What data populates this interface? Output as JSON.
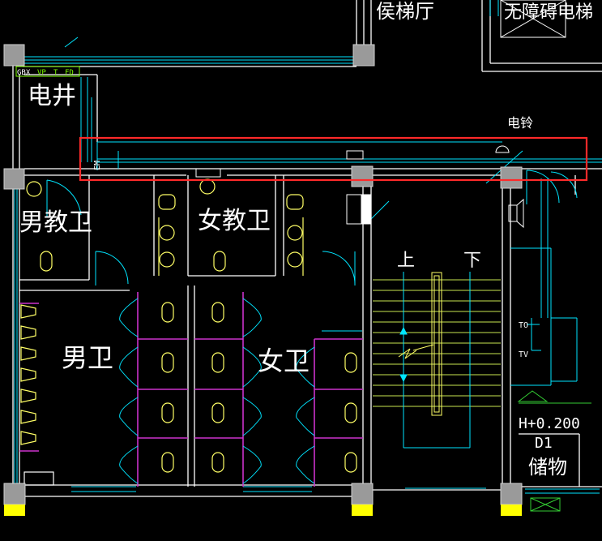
{
  "labels": {
    "waiting_hall": "侯梯厅",
    "accessible_elevator": "无障碍电梯",
    "electrical_shaft": "电井",
    "shaft_tags": [
      "GBX",
      "VP",
      "T",
      "FD"
    ],
    "doorbell": "电铃",
    "mens_staff_wc": "男教卫",
    "womens_staff_wc": "女教卫",
    "mens_wc": "男卫",
    "womens_wc": "女卫",
    "stair_up": "上",
    "stair_down": "下",
    "to_tag": "TO",
    "tv_tag": "TV",
    "level": "H+0.200",
    "room_code": "D1",
    "storage": "储物",
    "em_tag": "EM"
  },
  "colors": {
    "background": "#000000",
    "wall": "#ffffff",
    "cyan": "#00e5ff",
    "fixture": "#ffff66",
    "partition": "#cc33cc",
    "column": "#9a9a9a",
    "yellow_block": "#ffff00",
    "highlight": "#ff2a2a",
    "stair": "#c8e650",
    "green": "#33cc33"
  }
}
